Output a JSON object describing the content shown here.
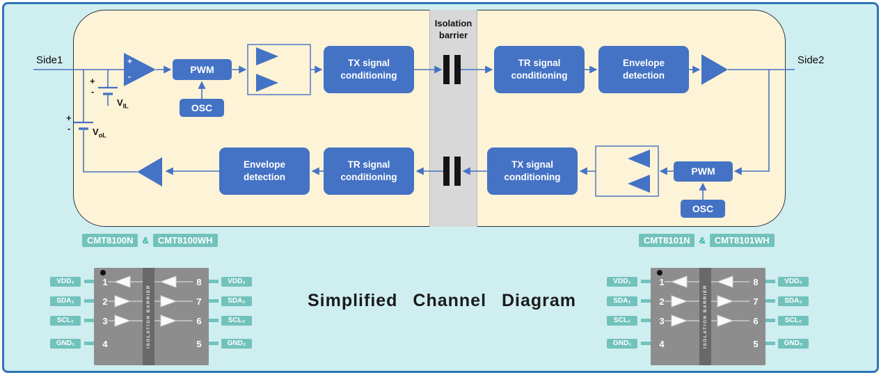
{
  "title": "Simplified Channel Diagram",
  "colors": {
    "bg": "#cfeef0",
    "frame": "#2e74b5",
    "panel": "#fdf3d6",
    "accent": "#4472c4",
    "barrier": "#d8d8d8",
    "badge": "#72c2bc",
    "chip": "#8d8d8d",
    "chip-strip": "#696969"
  },
  "flow": {
    "side1": "Side1",
    "side2": "Side2",
    "barrier": "Isolation barrier",
    "top": {
      "pwm": "PWM",
      "osc": "OSC",
      "tx": "TX signal conditioning",
      "tr": "TR signal conditioning",
      "env": "Envelope detection"
    },
    "bottom": {
      "pwm": "PWM",
      "osc": "OSC",
      "tx": "TX signal conditioning",
      "tr": "TR signal conditioning",
      "env": "Envelope detection"
    },
    "comparator": {
      "plus": "+",
      "minus": "-"
    },
    "vil": {
      "base": "V",
      "sub": "IL",
      "plus": "+",
      "minus": "-"
    },
    "vol": {
      "base": "V",
      "sub": "oL",
      "plus": "+",
      "minus": "-"
    }
  },
  "parts": {
    "left": {
      "a": "CMT8100N",
      "amp": "&",
      "b": "CMT8100WH"
    },
    "right": {
      "a": "CMT8101N",
      "amp": "&",
      "b": "CMT8101WH"
    }
  },
  "chips": [
    {
      "barrier": "ISOLATION BARRIER",
      "left_pins": [
        {
          "badge": "VDD₁",
          "num": "1"
        },
        {
          "badge": "SDA₁",
          "num": "2"
        },
        {
          "badge": "SCL₁",
          "num": "3"
        },
        {
          "badge": "GND₁",
          "num": "4"
        }
      ],
      "right_pins": [
        {
          "badge": "VDD₂",
          "num": "8"
        },
        {
          "badge": "SDA₂",
          "num": "7"
        },
        {
          "badge": "SCL₂",
          "num": "6"
        },
        {
          "badge": "GND₂",
          "num": "5"
        }
      ]
    },
    {
      "barrier": "ISOLATION BARRIER",
      "left_pins": [
        {
          "badge": "VDD₁",
          "num": "1"
        },
        {
          "badge": "SDA₁",
          "num": "2"
        },
        {
          "badge": "SCL₁",
          "num": "3"
        },
        {
          "badge": "GND₁",
          "num": "4"
        }
      ],
      "right_pins": [
        {
          "badge": "VDD₂",
          "num": "8"
        },
        {
          "badge": "SDA₂",
          "num": "7"
        },
        {
          "badge": "SCL₂",
          "num": "6"
        },
        {
          "badge": "GND₂",
          "num": "5"
        }
      ]
    }
  ]
}
